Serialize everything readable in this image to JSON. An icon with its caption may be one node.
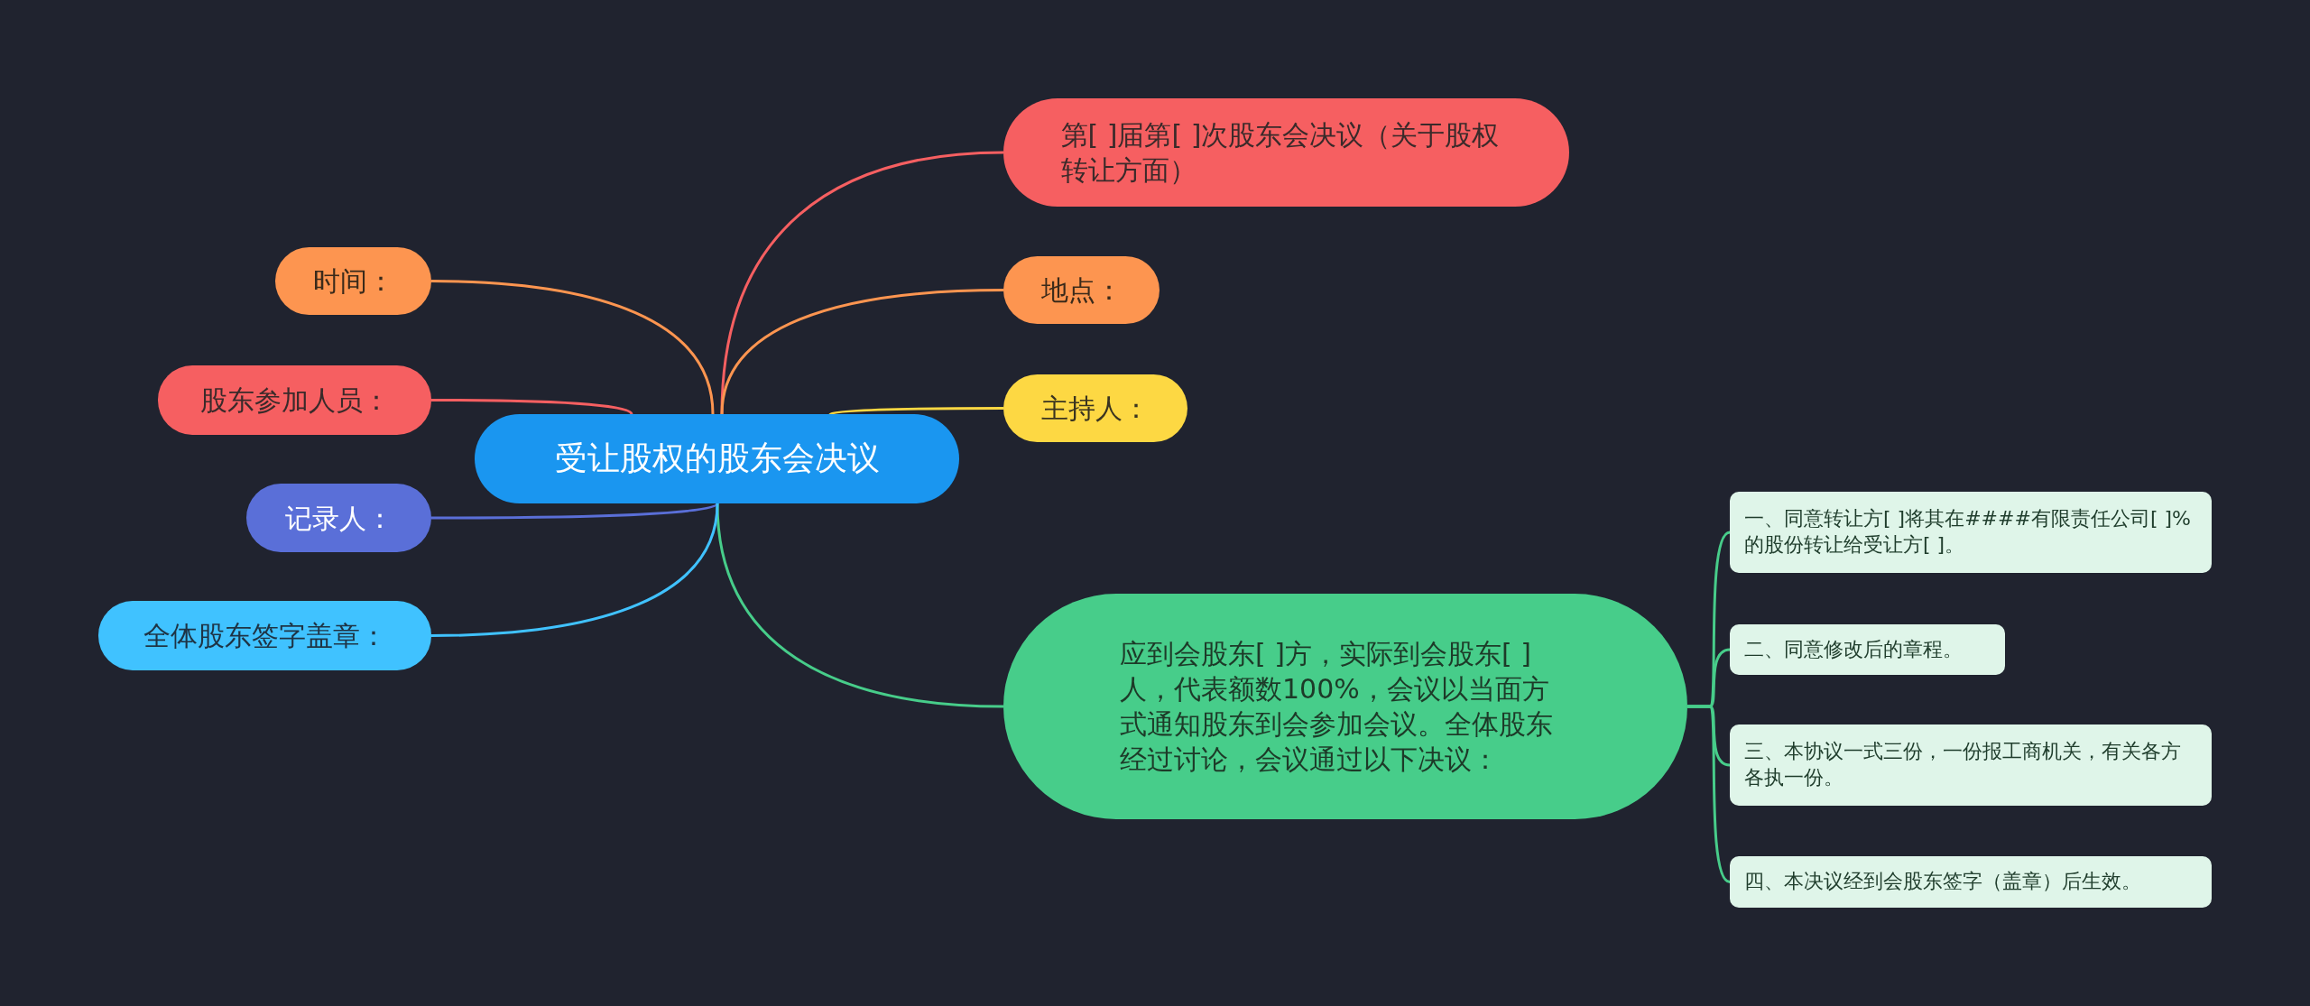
{
  "diagram": {
    "nodes": [
      {
        "text": [
          "受让股权的股东会决议"
        ]
      },
      {
        "text": [
          "第[ ]届第[ ]次股东会决议（关于股权转让方面）"
        ]
      },
      {
        "text": [
          "地点："
        ]
      },
      {
        "text": [
          "主持人："
        ]
      },
      {
        "text": [
          "应到会股东[ ]方，实际到会股东[ ]人，代表额数100%，会议以当面方式通知股东到会参加会议。全体股东经过讨论，会议通过以下决议："
        ]
      },
      {
        "text": [
          "一、同意转让方[ ]将其在####有限责任公司[ ]%的股份转让给受让方[ ]。"
        ]
      },
      {
        "text": [
          "二、同意修改后的章程。"
        ]
      },
      {
        "text": [
          "三、本协议一式三份，一份报工商机关，有关各方各执一份。"
        ]
      },
      {
        "text": [
          "四、本决议经到会股东签字（盖章）后生效。"
        ]
      },
      {
        "text": [
          "时间："
        ]
      },
      {
        "text": [
          "股东参加人员："
        ]
      },
      {
        "text": [
          "记录人："
        ]
      },
      {
        "text": [
          "全体股东签字盖章："
        ]
      }
    ],
    "edges": [
      {
        "from": 0,
        "to": 1,
        "arrow": "none",
        "color": "#f65f61"
      },
      {
        "from": 0,
        "to": 2,
        "arrow": "none",
        "color": "#fd9550"
      },
      {
        "from": 0,
        "to": 3,
        "arrow": "none",
        "color": "#fdd843"
      },
      {
        "from": 0,
        "to": 4,
        "arrow": "none",
        "color": "#47cd8a"
      },
      {
        "from": 4,
        "to": 5,
        "arrow": "none",
        "color": "#47cd8a"
      },
      {
        "from": 4,
        "to": 6,
        "arrow": "none",
        "color": "#47cd8a"
      },
      {
        "from": 4,
        "to": 7,
        "arrow": "none",
        "color": "#47cd8a"
      },
      {
        "from": 4,
        "to": 8,
        "arrow": "none",
        "color": "#47cd8a"
      },
      {
        "from": 0,
        "to": 9,
        "arrow": "none",
        "color": "#fd9550"
      },
      {
        "from": 0,
        "to": 10,
        "arrow": "none",
        "color": "#f65f61"
      },
      {
        "from": 0,
        "to": 11,
        "arrow": "none",
        "color": "#5a6fd8"
      },
      {
        "from": 0,
        "to": 12,
        "arrow": "none",
        "color": "#40c2ff"
      }
    ]
  }
}
